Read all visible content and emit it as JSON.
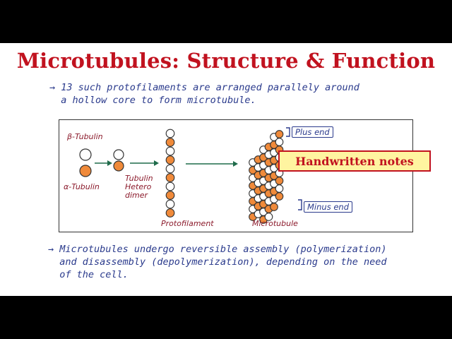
{
  "title": "Microtubules: Structure & Function",
  "notes": {
    "note1": "→ 13 such protofilaments are arranged parallely around\n  a hollow core to form microtubule.",
    "note2": "→ Microtubules undergo reversible assembly (polymerization)\n  and disassembly (depolymerization), depending on the need\n  of the cell."
  },
  "diagram": {
    "beta_label": "β-Tubulin",
    "alpha_label": "α-Tubulin",
    "dimer_label": "Tubulin\nHetero\ndimer",
    "protofilament_label": "Protofilament",
    "microtubule_label": "Microtubule",
    "plus_end": "Plus end",
    "minus_end": "Minus end",
    "colors": {
      "alpha": "#f08a3a",
      "beta": "#ffffff",
      "arrow": "#1f6b4a",
      "text": "#8b1a2b",
      "notes": "#2a3a8c"
    }
  },
  "banner": "Handwritten notes"
}
